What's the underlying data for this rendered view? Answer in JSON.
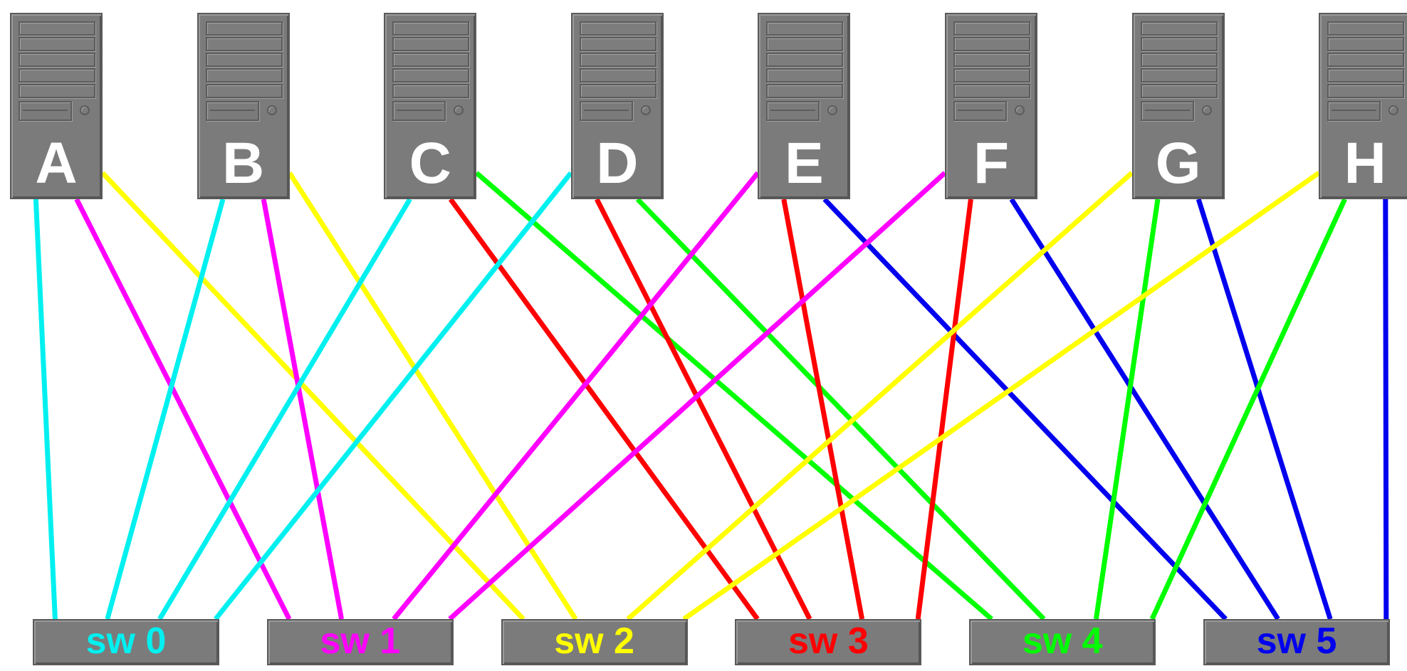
{
  "hosts": [
    {
      "id": "A",
      "label": "A"
    },
    {
      "id": "B",
      "label": "B"
    },
    {
      "id": "C",
      "label": "C"
    },
    {
      "id": "D",
      "label": "D"
    },
    {
      "id": "E",
      "label": "E"
    },
    {
      "id": "F",
      "label": "F"
    },
    {
      "id": "G",
      "label": "G"
    },
    {
      "id": "H",
      "label": "H"
    }
  ],
  "switches": [
    {
      "id": "sw0",
      "label": "sw 0",
      "color": "#00f0f0"
    },
    {
      "id": "sw1",
      "label": "sw 1",
      "color": "#ff00ff"
    },
    {
      "id": "sw2",
      "label": "sw 2",
      "color": "#ffff00"
    },
    {
      "id": "sw3",
      "label": "sw 3",
      "color": "#ff0000"
    },
    {
      "id": "sw4",
      "label": "sw 4",
      "color": "#00ff00"
    },
    {
      "id": "sw5",
      "label": "sw 5",
      "color": "#0000ee"
    }
  ],
  "links": [
    {
      "host": "A",
      "switch": "sw0"
    },
    {
      "host": "A",
      "switch": "sw1"
    },
    {
      "host": "A",
      "switch": "sw2"
    },
    {
      "host": "B",
      "switch": "sw0"
    },
    {
      "host": "B",
      "switch": "sw1"
    },
    {
      "host": "B",
      "switch": "sw2"
    },
    {
      "host": "C",
      "switch": "sw0"
    },
    {
      "host": "C",
      "switch": "sw3"
    },
    {
      "host": "C",
      "switch": "sw4"
    },
    {
      "host": "D",
      "switch": "sw0"
    },
    {
      "host": "D",
      "switch": "sw3"
    },
    {
      "host": "D",
      "switch": "sw4"
    },
    {
      "host": "E",
      "switch": "sw1"
    },
    {
      "host": "E",
      "switch": "sw3"
    },
    {
      "host": "E",
      "switch": "sw5"
    },
    {
      "host": "F",
      "switch": "sw1"
    },
    {
      "host": "F",
      "switch": "sw3"
    },
    {
      "host": "F",
      "switch": "sw5"
    },
    {
      "host": "G",
      "switch": "sw2"
    },
    {
      "host": "G",
      "switch": "sw4"
    },
    {
      "host": "G",
      "switch": "sw5"
    },
    {
      "host": "H",
      "switch": "sw2"
    },
    {
      "host": "H",
      "switch": "sw4"
    },
    {
      "host": "H",
      "switch": "sw5"
    }
  ]
}
